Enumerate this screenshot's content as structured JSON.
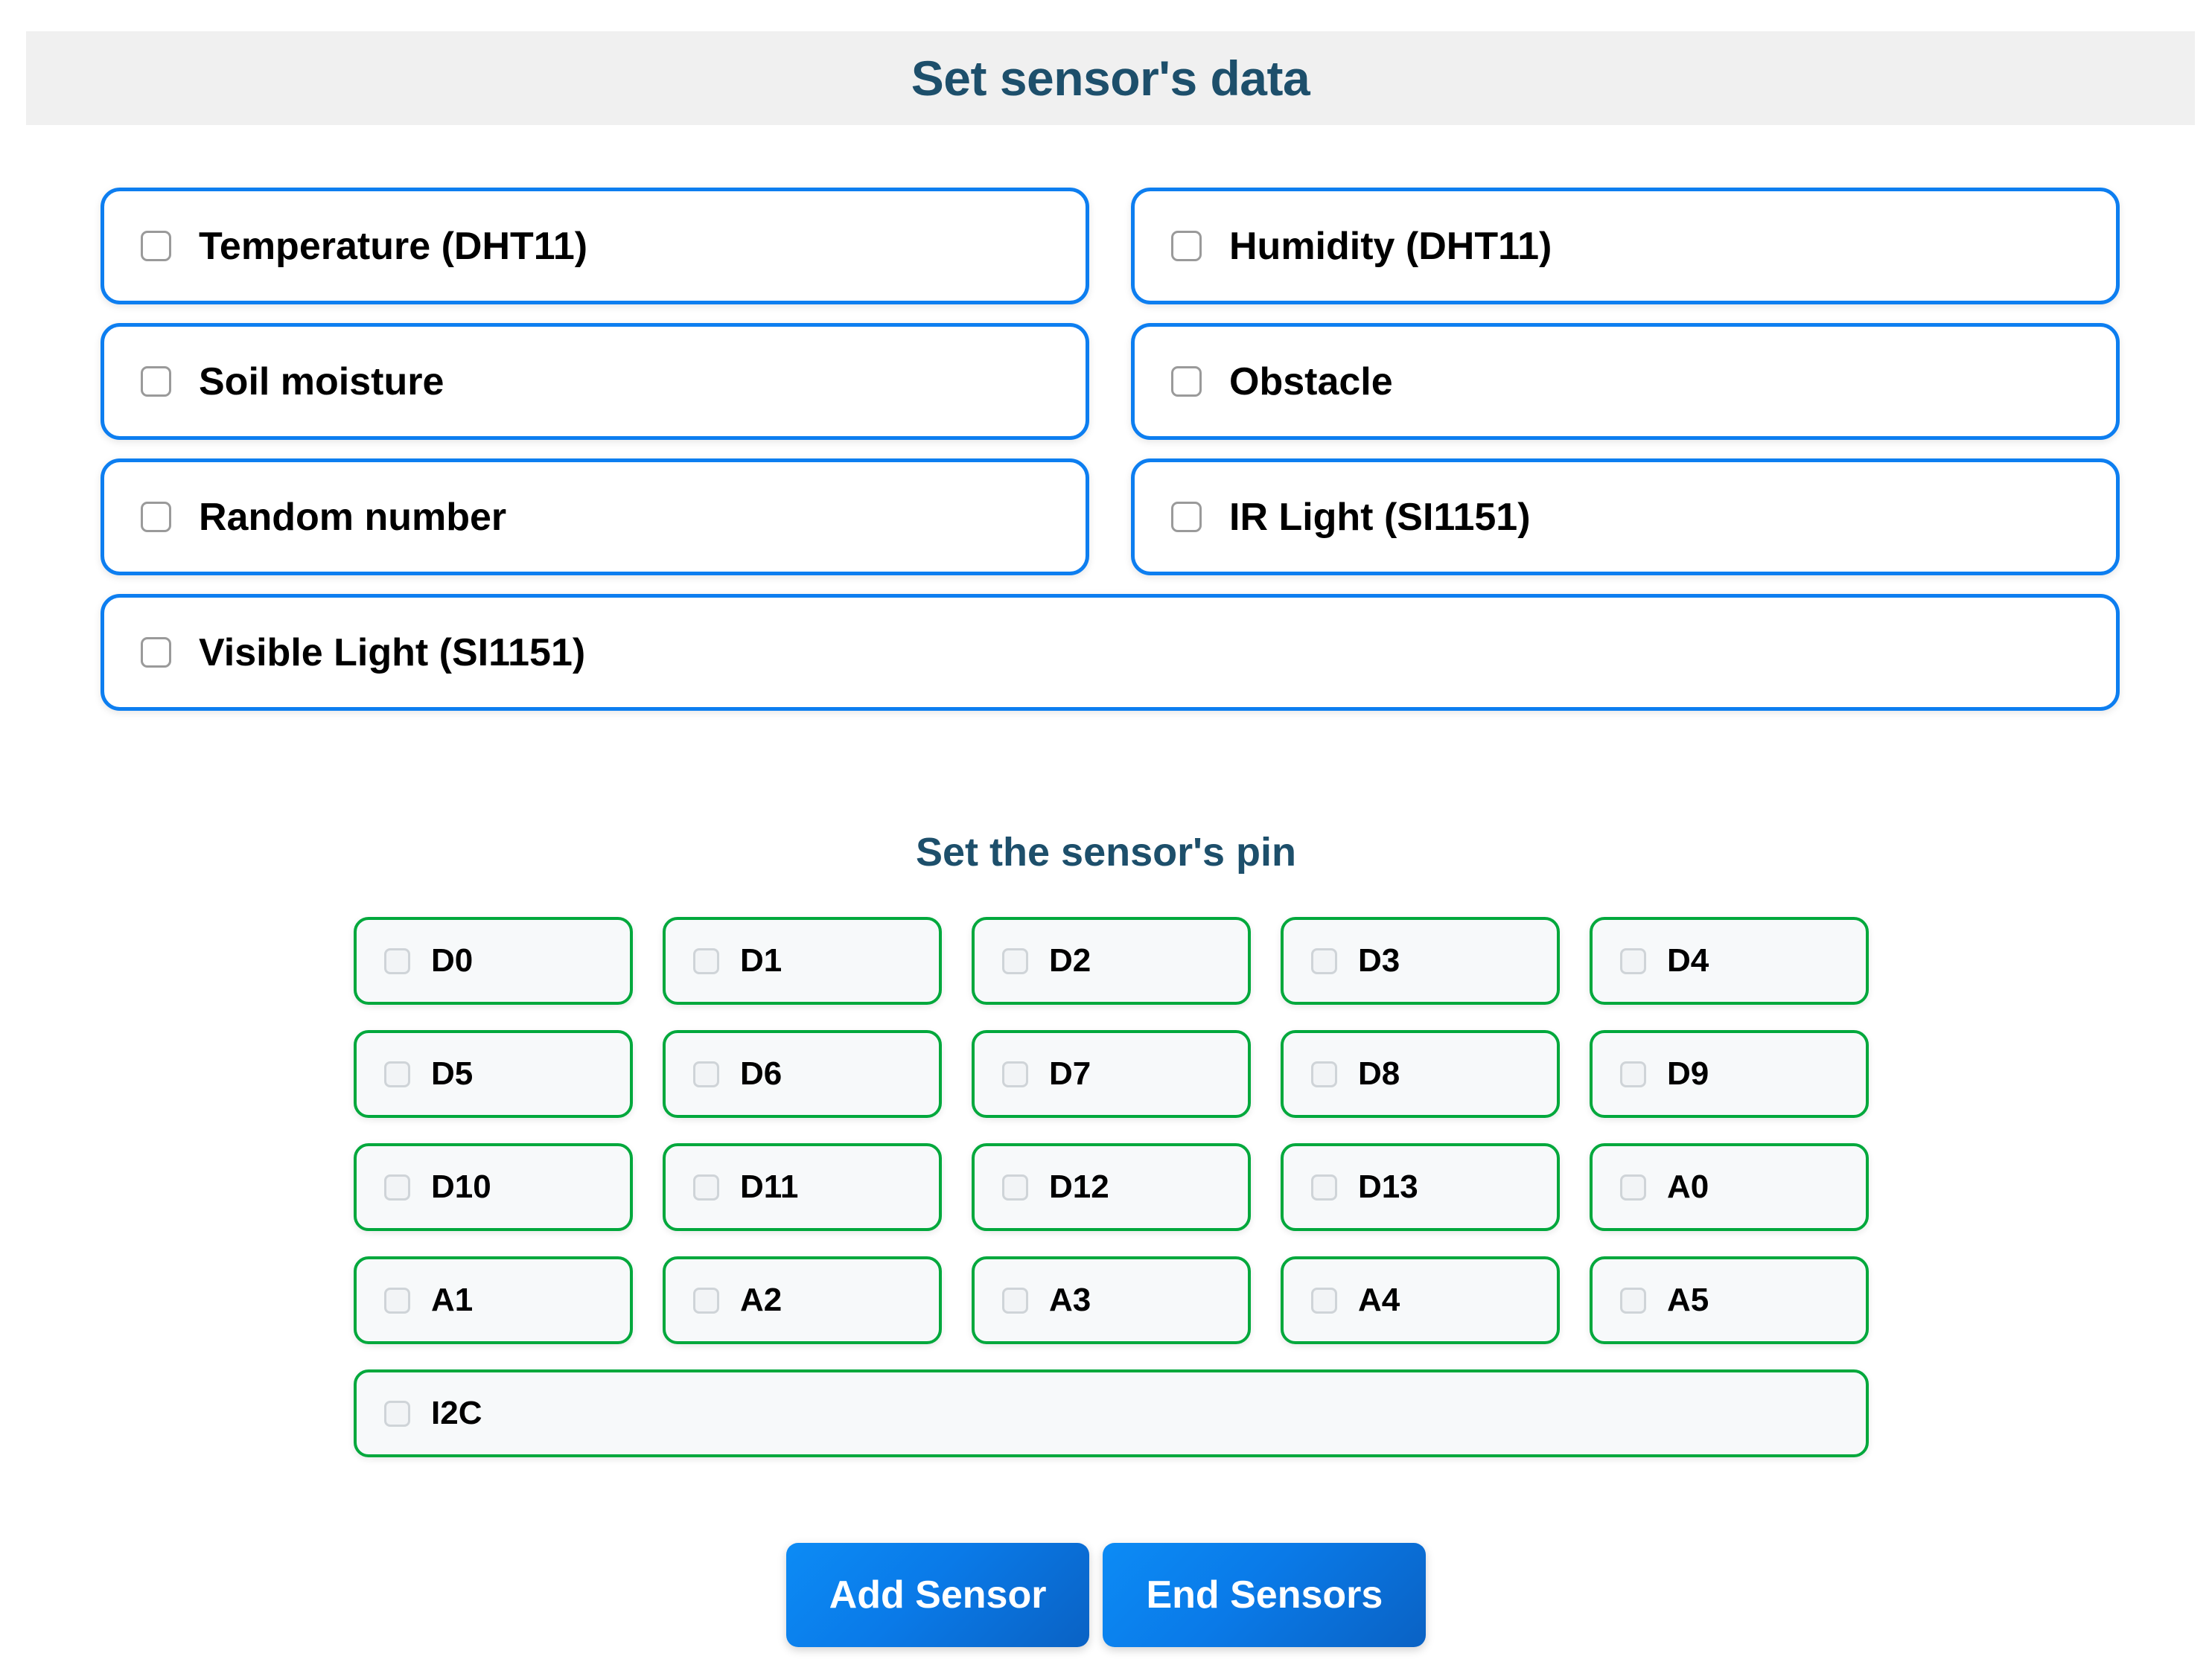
{
  "header": {
    "title": "Set sensor's data",
    "background_color": "#f0f0f0",
    "title_color": "#1d4f6b"
  },
  "sensors": {
    "accent_color": "#0d7ef0",
    "rows": [
      [
        {
          "label": "Temperature (DHT11)",
          "checked": false
        },
        {
          "label": "Humidity (DHT11)",
          "checked": false
        }
      ],
      [
        {
          "label": "Soil moisture",
          "checked": false
        },
        {
          "label": "Obstacle",
          "checked": false
        }
      ],
      [
        {
          "label": "Random number",
          "checked": false
        },
        {
          "label": "IR Light (SI1151)",
          "checked": false
        }
      ]
    ],
    "full_width": {
      "label": "Visible Light (SI1151)",
      "checked": false
    }
  },
  "pins": {
    "heading": "Set the sensor's pin",
    "accent_color": "#00a83c",
    "rows": [
      [
        {
          "label": "D0",
          "checked": false
        },
        {
          "label": "D1",
          "checked": false
        },
        {
          "label": "D2",
          "checked": false
        },
        {
          "label": "D3",
          "checked": false
        },
        {
          "label": "D4",
          "checked": false
        }
      ],
      [
        {
          "label": "D5",
          "checked": false
        },
        {
          "label": "D6",
          "checked": false
        },
        {
          "label": "D7",
          "checked": false
        },
        {
          "label": "D8",
          "checked": false
        },
        {
          "label": "D9",
          "checked": false
        }
      ],
      [
        {
          "label": "D10",
          "checked": false
        },
        {
          "label": "D11",
          "checked": false
        },
        {
          "label": "D12",
          "checked": false
        },
        {
          "label": "D13",
          "checked": false
        },
        {
          "label": "A0",
          "checked": false
        }
      ],
      [
        {
          "label": "A1",
          "checked": false
        },
        {
          "label": "A2",
          "checked": false
        },
        {
          "label": "A3",
          "checked": false
        },
        {
          "label": "A4",
          "checked": false
        },
        {
          "label": "A5",
          "checked": false
        }
      ]
    ],
    "full_width": {
      "label": "I2C",
      "checked": false
    }
  },
  "buttons": {
    "add_sensor": "Add Sensor",
    "end_sensors": "End Sensors",
    "color": "#0a7ae8"
  }
}
